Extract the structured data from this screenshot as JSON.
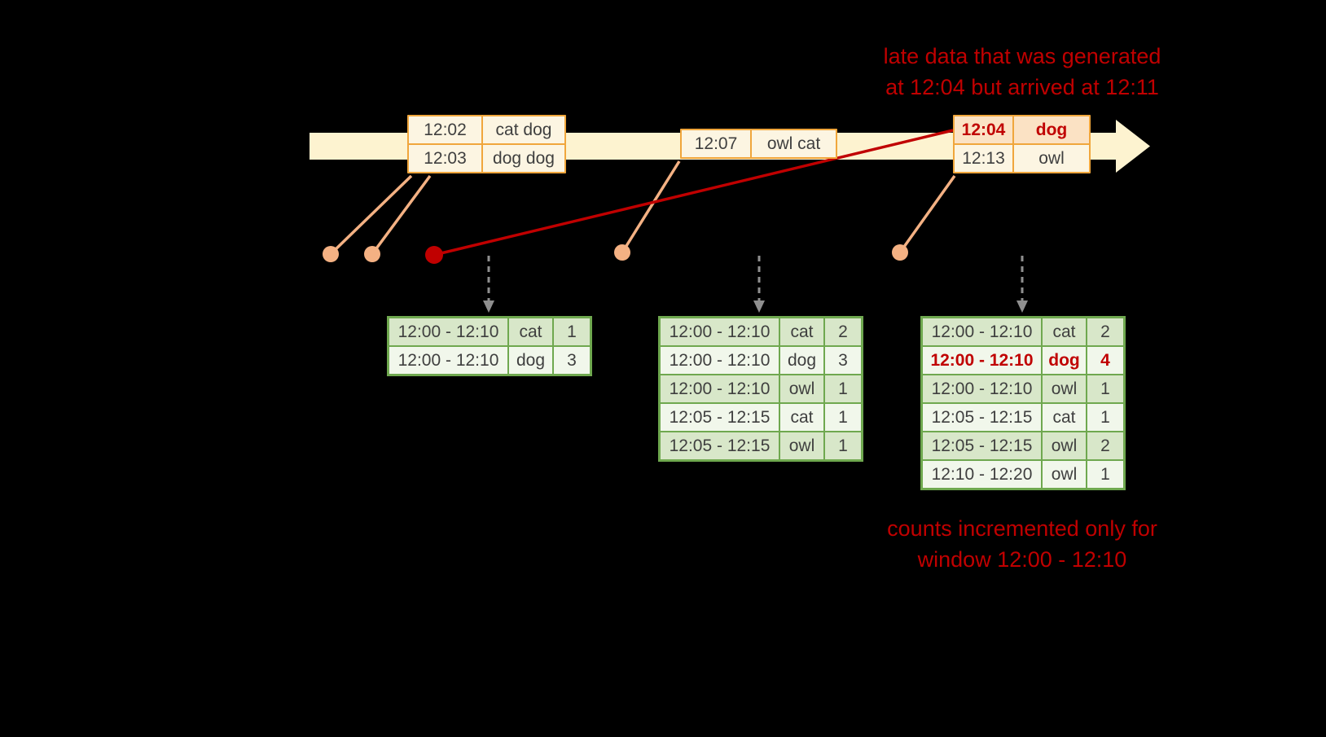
{
  "captions": {
    "late_data": {
      "line1": "late data that was generated",
      "line2": "at 12:04 but arrived at 12:11"
    },
    "counts_note": {
      "line1": "counts incremented only for",
      "line2": "window 12:00 - 12:10"
    }
  },
  "event_groups": [
    {
      "rows": [
        {
          "time": "12:02",
          "words": "cat dog"
        },
        {
          "time": "12:03",
          "words": "dog dog"
        }
      ]
    },
    {
      "rows": [
        {
          "time": "12:07",
          "words": "owl cat"
        }
      ]
    },
    {
      "rows": [
        {
          "time": "12:04",
          "words": "dog",
          "late": true
        },
        {
          "time": "12:13",
          "words": "owl"
        }
      ]
    }
  ],
  "result_tables": [
    {
      "rows": [
        [
          "12:00 - 12:10",
          "cat",
          "1"
        ],
        [
          "12:00 - 12:10",
          "dog",
          "3"
        ]
      ]
    },
    {
      "rows": [
        [
          "12:00 - 12:10",
          "cat",
          "2"
        ],
        [
          "12:00 - 12:10",
          "dog",
          "3"
        ],
        [
          "12:00 - 12:10",
          "owl",
          "1"
        ],
        [
          "12:05 - 12:15",
          "cat",
          "1"
        ],
        [
          "12:05 - 12:15",
          "owl",
          "1"
        ]
      ]
    },
    {
      "rows": [
        [
          "12:00 - 12:10",
          "cat",
          "2"
        ],
        [
          "12:00 - 12:10",
          "dog",
          "4"
        ],
        [
          "12:00 - 12:10",
          "owl",
          "1"
        ],
        [
          "12:05 - 12:15",
          "cat",
          "1"
        ],
        [
          "12:05 - 12:15",
          "owl",
          "2"
        ],
        [
          "12:10 - 12:20",
          "owl",
          "1"
        ]
      ],
      "late_row_index": 1
    }
  ],
  "colors": {
    "late_red": "#c00000",
    "salmon": "#f4b183",
    "event_border": "#f0a63c",
    "timeline_fill": "#fdf3d0",
    "table_border": "#6fa84f"
  }
}
